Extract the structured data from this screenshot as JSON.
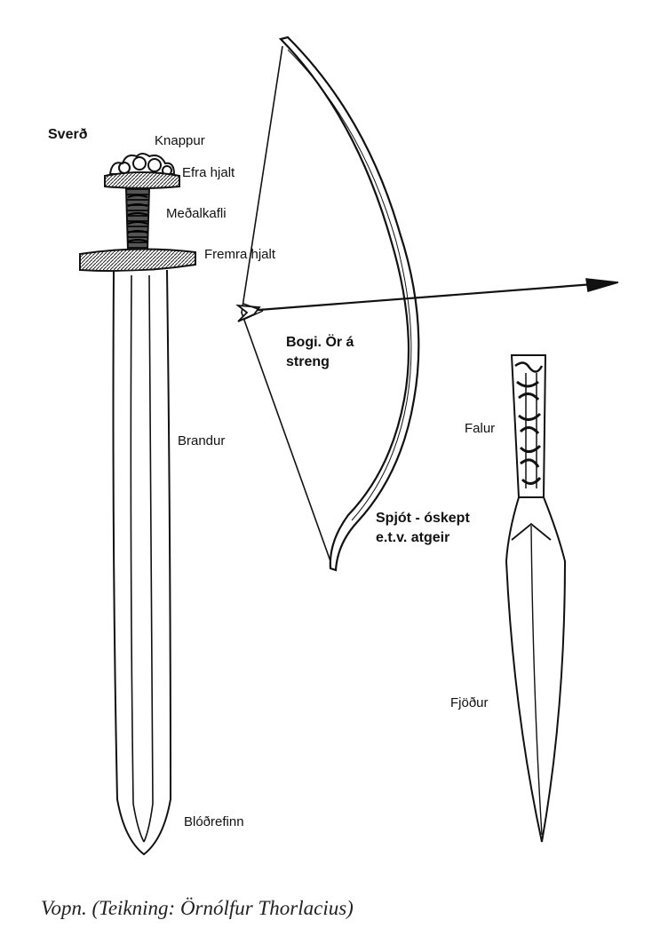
{
  "labels": {
    "sword_title": "Sverð",
    "knappur": "Knappur",
    "efra_hjalt": "Efra hjalt",
    "medalkafli": "Meðalkafli",
    "fremra_hjalt": "Fremra hjalt",
    "brandur": "Brandur",
    "blodrefinn": "Blóðrefinn",
    "bow_title_1": "Bogi. Ör á",
    "bow_title_2": "streng",
    "falur": "Falur",
    "spear_title_1": "Spjót - óskept",
    "spear_title_2": "e.t.v. atgeir",
    "fjodur": "Fjöður"
  },
  "caption": "Vopn. (Teikning: Örnólfur Thorlacius)"
}
